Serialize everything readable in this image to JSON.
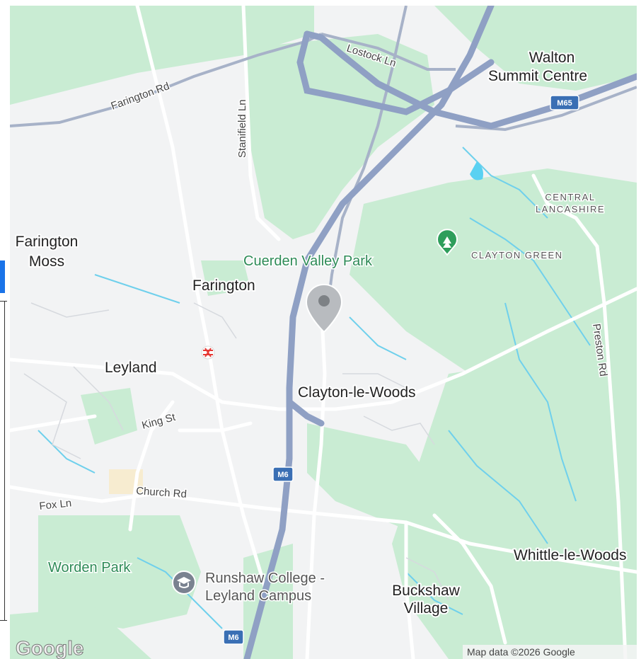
{
  "map": {
    "labels": {
      "lostock_ln": "Lostock Ln",
      "farington_rd": "Farington Rd",
      "stanifield_ln": "Stanifield Ln",
      "walton_summit_1": "Walton",
      "walton_summit_2": "Summit Centre",
      "central_lancashire_1": "CENTRAL",
      "central_lancashire_2": "LANCASHIRE",
      "farington_moss_1": "Farington",
      "farington_moss_2": "Moss",
      "cuerden_valley_park": "Cuerden Valley Park",
      "clayton_green": "CLAYTON GREEN",
      "farington": "Farington",
      "preston_rd": "Preston Rd",
      "leyland": "Leyland",
      "clayton_le_woods": "Clayton-le-Woods",
      "king_st": "King St",
      "church_rd": "Church Rd",
      "fox_ln": "Fox Ln",
      "worden_park": "Worden Park",
      "runshaw_1": "Runshaw College -",
      "runshaw_2": "Leyland Campus",
      "buckshaw_1": "Buckshaw",
      "buckshaw_2": "Village",
      "whittle": "Whittle-le-Woods"
    },
    "shields": {
      "m65": "M65",
      "m6_mid": "M6",
      "m6_bottom": "M6"
    },
    "attribution": "Map data ©2026 Google",
    "logo": "Google",
    "colors": {
      "land": "#f2f3f4",
      "green": "#c9ecd3",
      "motorway": "#8fa0c4",
      "road": "#ffffff",
      "water": "#5ad1f2",
      "brand": "#1a73e8"
    },
    "icons": [
      "map-pin-icon",
      "park-tree-icon",
      "college-icon",
      "railway-station-icon"
    ]
  }
}
